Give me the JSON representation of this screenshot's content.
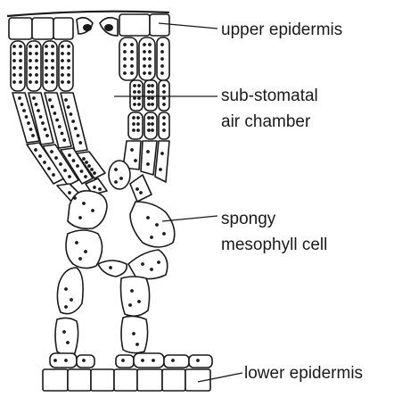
{
  "labels": {
    "upper_epidermis": "upper epidermis",
    "sub_stomatal_line1": "sub-stomatal",
    "sub_stomatal_line2": "air chamber",
    "spongy_line1": "spongy",
    "spongy_line2": "mesophyll cell",
    "lower_epidermis": "lower epidermis"
  },
  "colors": {
    "ink": "#1a1a1a",
    "background": "#ffffff"
  }
}
